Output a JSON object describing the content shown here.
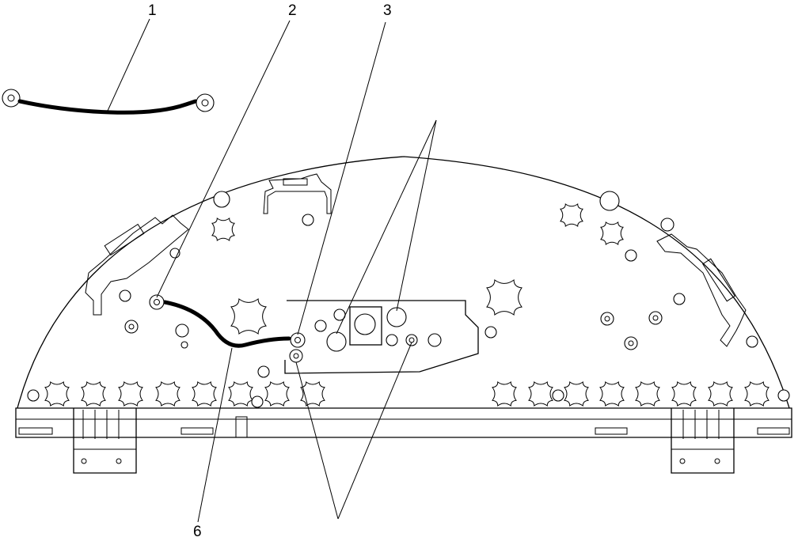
{
  "callouts": {
    "c1": "1",
    "c2": "2",
    "c3": "3",
    "c6": "6"
  },
  "colors": {
    "line": "#000000",
    "background": "#ffffff"
  }
}
